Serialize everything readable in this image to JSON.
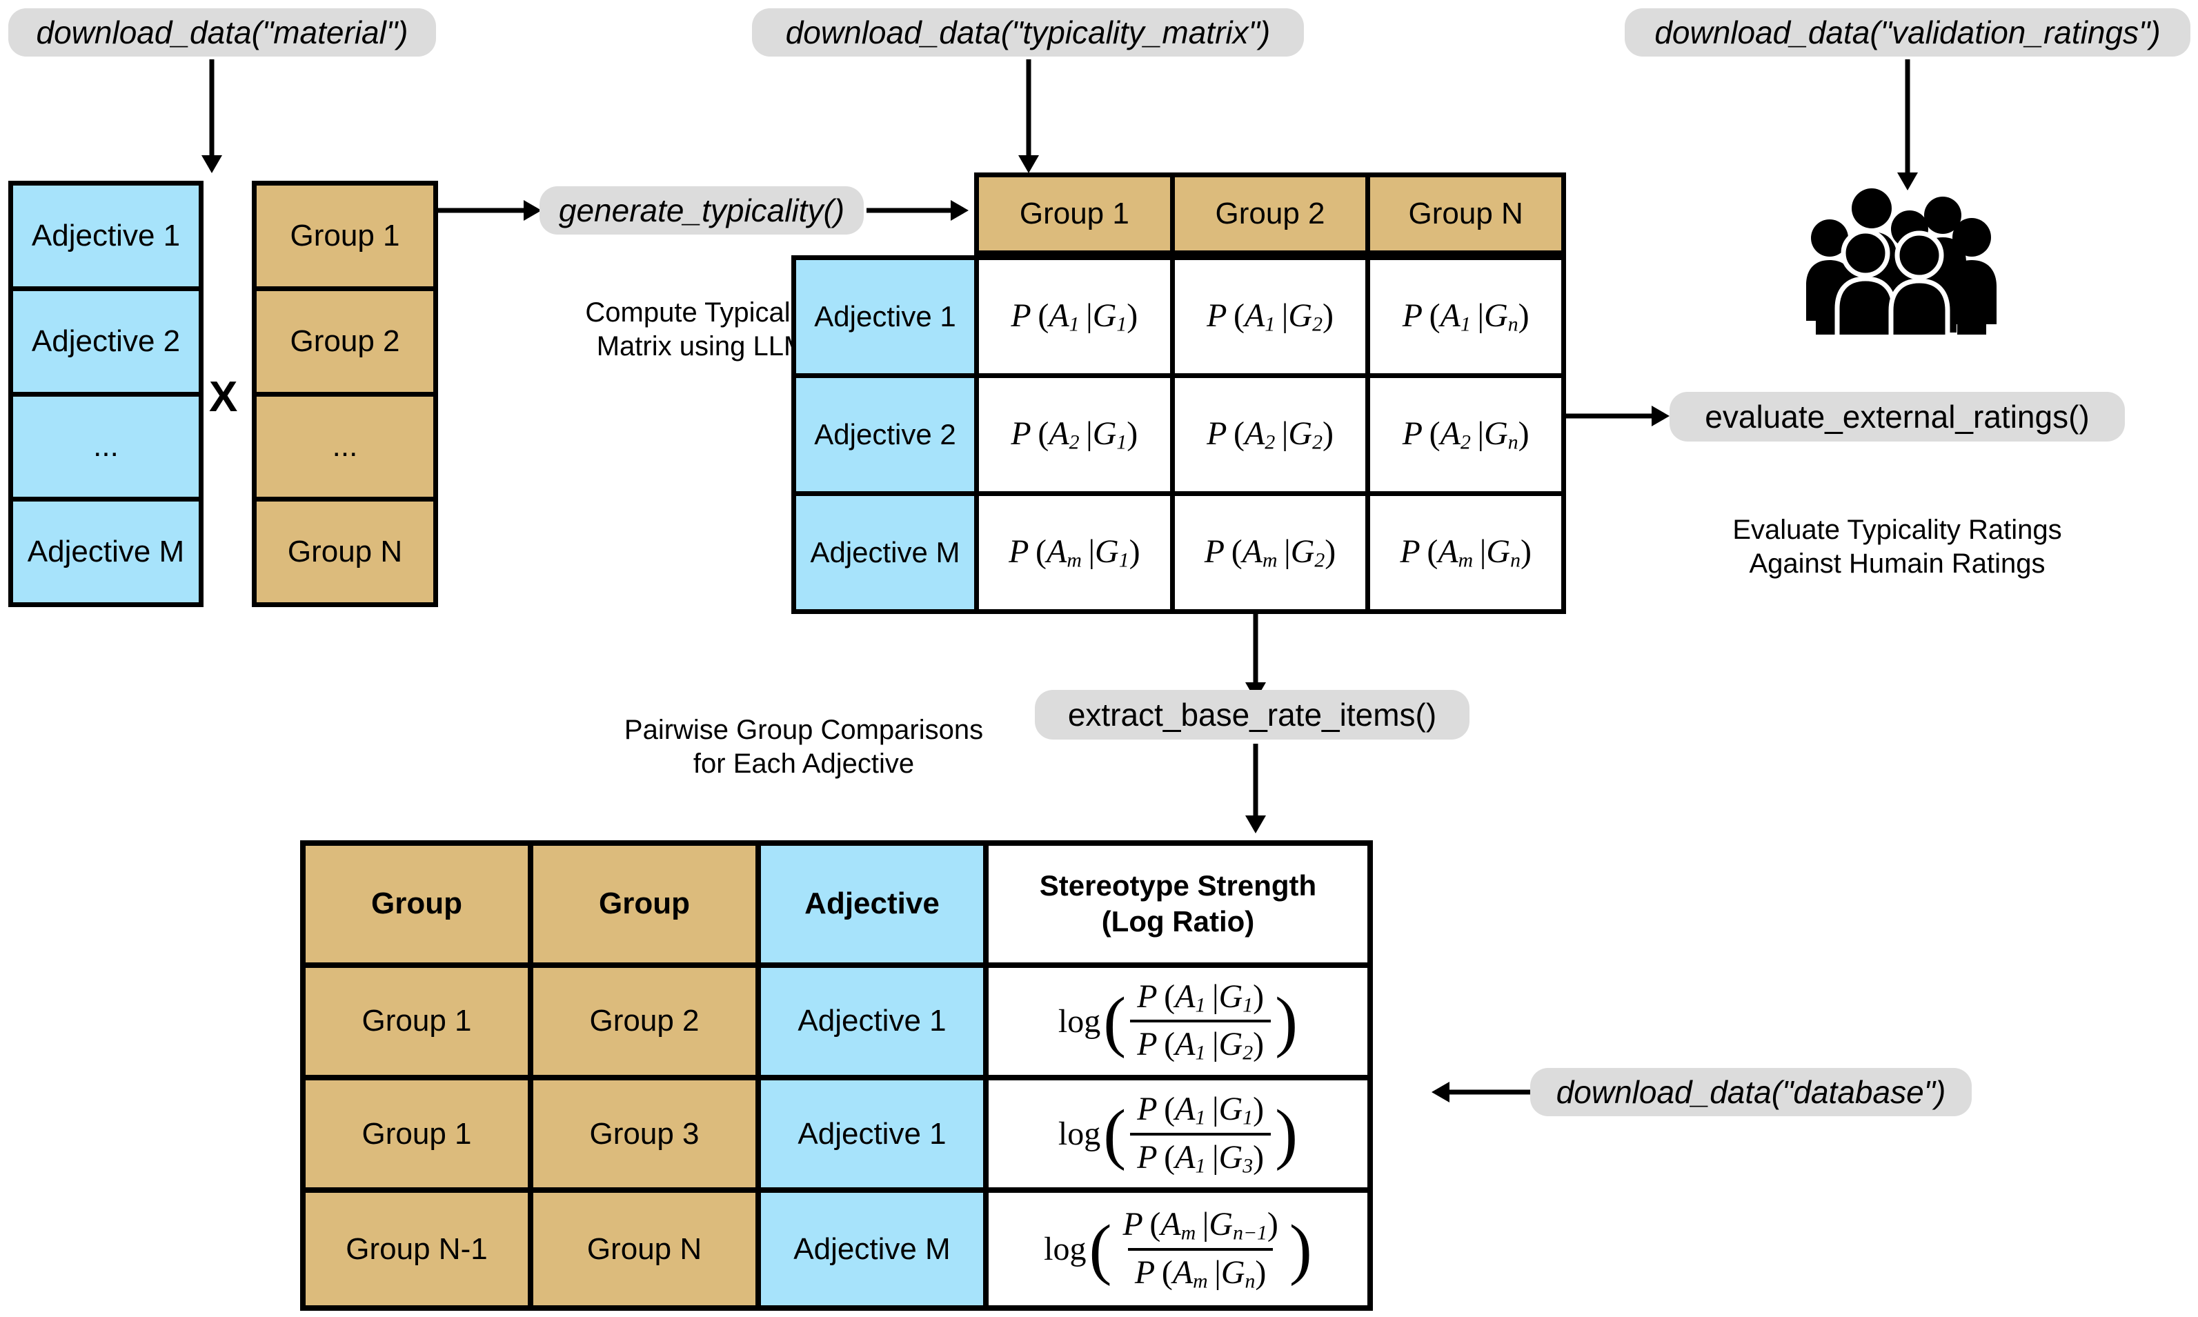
{
  "nodes": {
    "download_material": "download_data(\"material\")",
    "download_typicality_matrix": "download_data(\"typicality_matrix\")",
    "download_validation_ratings": "download_data(\"validation_ratings\")",
    "download_database": "download_data(\"database\")",
    "generate_typicality": "generate_typicality()",
    "evaluate_external_ratings": "evaluate_external_ratings()",
    "extract_base_rate_items": "extract_base_rate_items()"
  },
  "captions": {
    "compute_typicality": "Compute Typicality\nMatrix using LLM",
    "evaluate_ratings": "Evaluate Typicality Ratings\nAgainst Humain Ratings",
    "pairwise": "Pairwise Group Comparisons\nfor Each Adjective"
  },
  "adjective_stack": {
    "items": [
      "Adjective 1",
      "Adjective 2",
      "...",
      "Adjective M"
    ]
  },
  "group_stack": {
    "items": [
      "Group 1",
      "Group 2",
      "...",
      "Group N"
    ]
  },
  "cross_symbol": "X",
  "typicality_matrix": {
    "column_headers": [
      "Group 1",
      "Group 2",
      "Group N"
    ],
    "row_headers": [
      "Adjective 1",
      "Adjective 2",
      "Adjective M"
    ],
    "cells": [
      [
        {
          "a_sub": "1",
          "g_sub": "1"
        },
        {
          "a_sub": "1",
          "g_sub": "2"
        },
        {
          "a_sub": "1",
          "g_sub": "n"
        }
      ],
      [
        {
          "a_sub": "2",
          "g_sub": "1"
        },
        {
          "a_sub": "2",
          "g_sub": "2"
        },
        {
          "a_sub": "2",
          "g_sub": "n"
        }
      ],
      [
        {
          "a_sub": "m",
          "g_sub": "1"
        },
        {
          "a_sub": "m",
          "g_sub": "2"
        },
        {
          "a_sub": "m",
          "g_sub": "n"
        }
      ]
    ]
  },
  "base_rate_table": {
    "headers": [
      "Group",
      "Group",
      "Adjective",
      "Stereotype Strength\n(Log Ratio)"
    ],
    "rows": [
      {
        "group_a": "Group 1",
        "group_b": "Group 2",
        "adjective": "Adjective 1",
        "formula": {
          "num_a": "1",
          "num_g": "1",
          "den_a": "1",
          "den_g": "2"
        }
      },
      {
        "group_a": "Group 1",
        "group_b": "Group 3",
        "adjective": "Adjective 1",
        "formula": {
          "num_a": "1",
          "num_g": "1",
          "den_a": "1",
          "den_g": "3"
        }
      },
      {
        "group_a": "Group N-1",
        "group_b": "Group N",
        "adjective": "Adjective M",
        "formula": {
          "num_a": "m",
          "num_g": "n−1",
          "den_a": "m",
          "den_g": "n"
        }
      }
    ]
  },
  "icons": {
    "people": "people-group-icon"
  },
  "colors": {
    "blue": "#a7e3fb",
    "tan": "#dcbb7c",
    "chip_grey": "#dcdcdc",
    "stroke": "#000000",
    "background": "#ffffff"
  }
}
